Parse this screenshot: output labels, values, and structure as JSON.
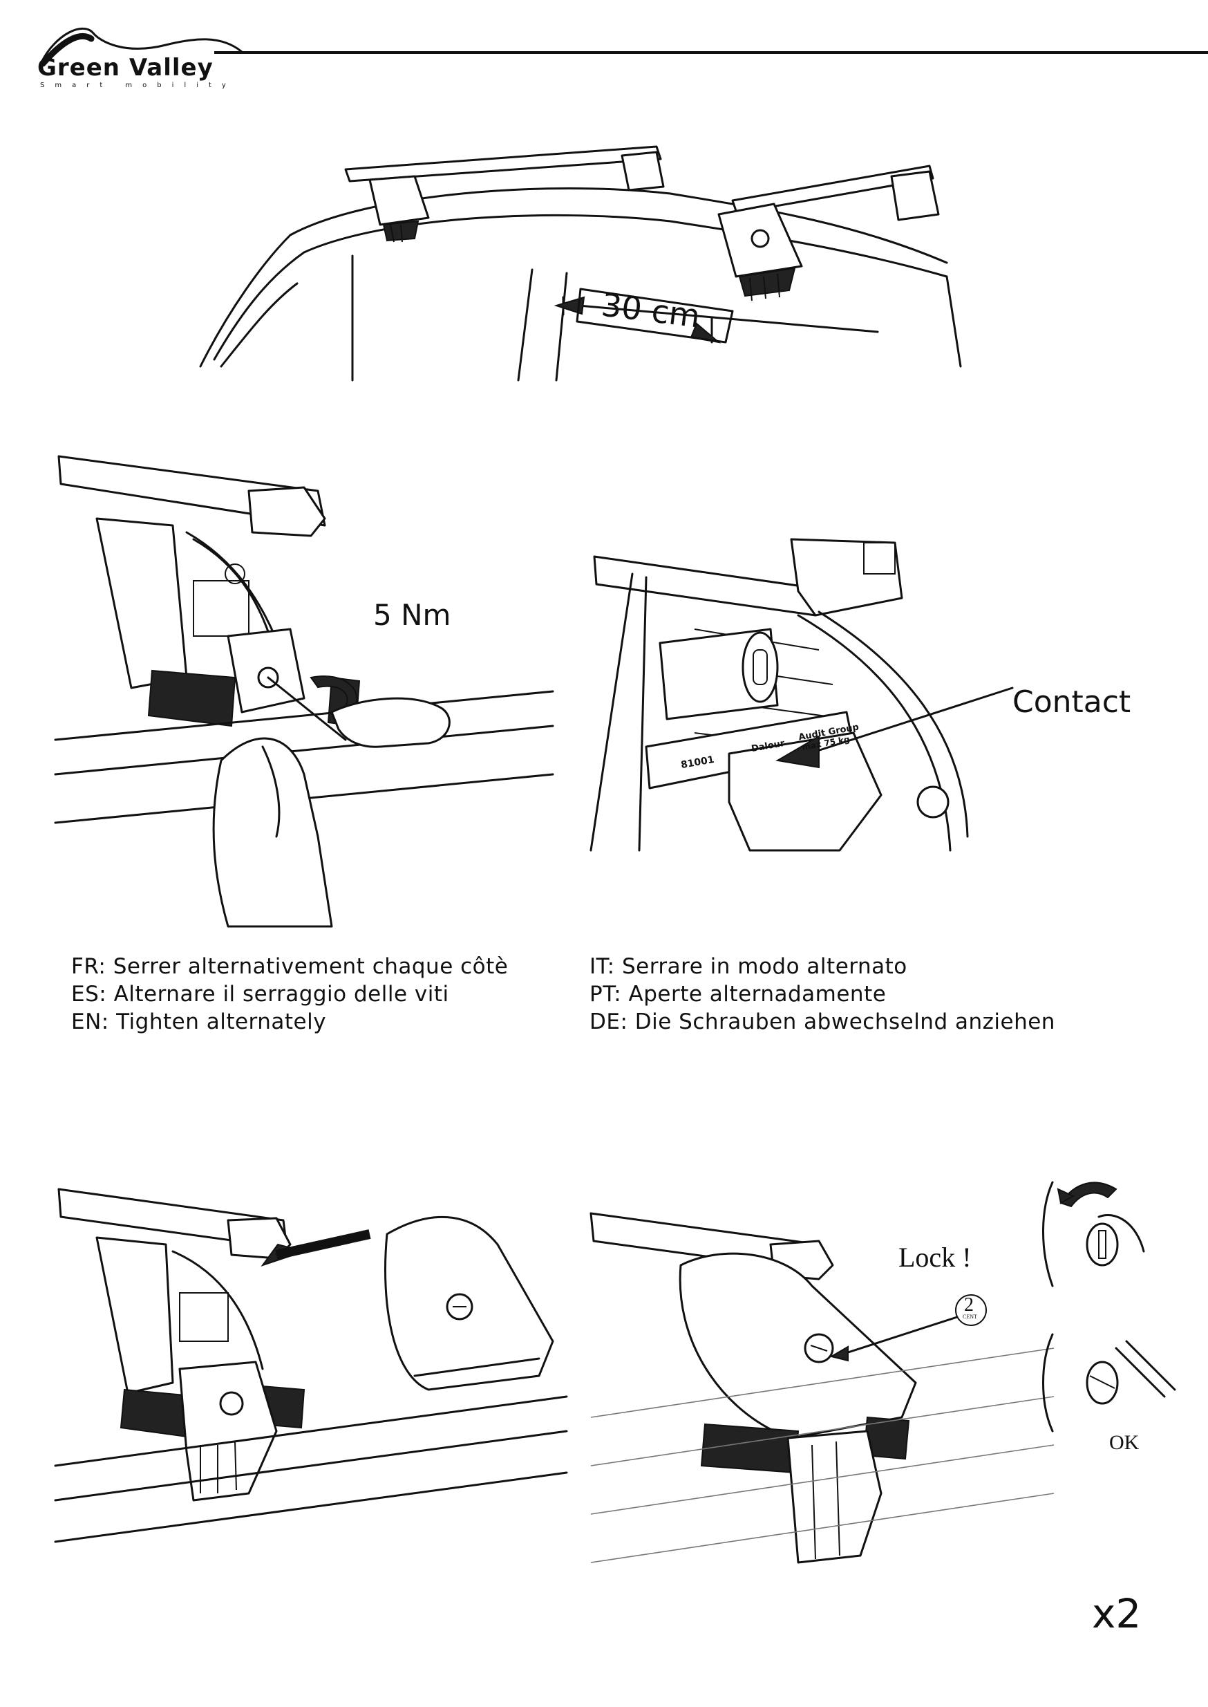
{
  "header": {
    "brand": "Green Valley",
    "tagline": "Smart mobility"
  },
  "step1": {
    "distance_label": "30 cm"
  },
  "step2": {
    "torque_label": "5 Nm"
  },
  "step3": {
    "contact_label": "Contact",
    "sticker_lines": [
      "81001",
      "Dalour",
      "Audit Group",
      "max 75 kg"
    ]
  },
  "instructions": {
    "left": [
      "FR: Serrer alternativement chaque côtè",
      "ES: Alternare il serraggio delle viti",
      "EN: Tighten alternately"
    ],
    "right": [
      "IT: Serrare in modo alternato",
      "PT: Aperte alternadamente",
      "DE: Die Schrauben abwechselnd anziehen"
    ]
  },
  "step5": {
    "lock_label": "Lock !",
    "coin_number": "2",
    "coin_unit": "CENT",
    "ok_label": "OK"
  },
  "footer": {
    "quantity_label": "x2"
  }
}
